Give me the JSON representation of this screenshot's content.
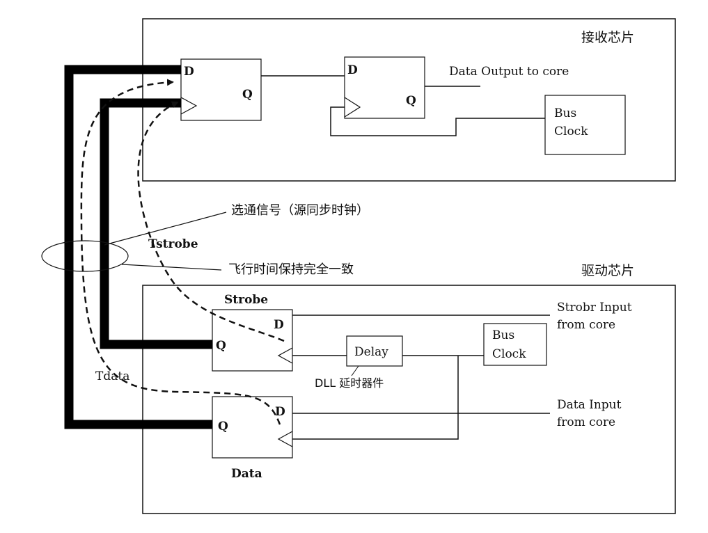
{
  "receiver": {
    "title": "接收芯片",
    "data_output_label": "Data Output to core",
    "bus_clock_line1": "Bus",
    "bus_clock_line2": "Clock"
  },
  "driver": {
    "title": "驱动芯片",
    "strobe_ff_label": "Strobe",
    "data_ff_label": "Data",
    "strobe_input_line1": "Strobr Input",
    "strobe_input_line2": "from core",
    "data_input_line1": "Data Input",
    "data_input_line2": "from core",
    "delay_label": "Delay",
    "dll_label": "DLL 延时器件",
    "bus_clock_line1": "Bus",
    "bus_clock_line2": "Clock"
  },
  "flipflop": {
    "d_pin": "D",
    "q_pin": "Q"
  },
  "annotations": {
    "strobe_signal": "选通信号（源同步时钟）",
    "flight_time": "飞行时间保持完全一致",
    "tstrobe": "Tstrobe",
    "tdata": "Tdata"
  },
  "colors": {
    "line": "#111111",
    "background": "#ffffff"
  }
}
